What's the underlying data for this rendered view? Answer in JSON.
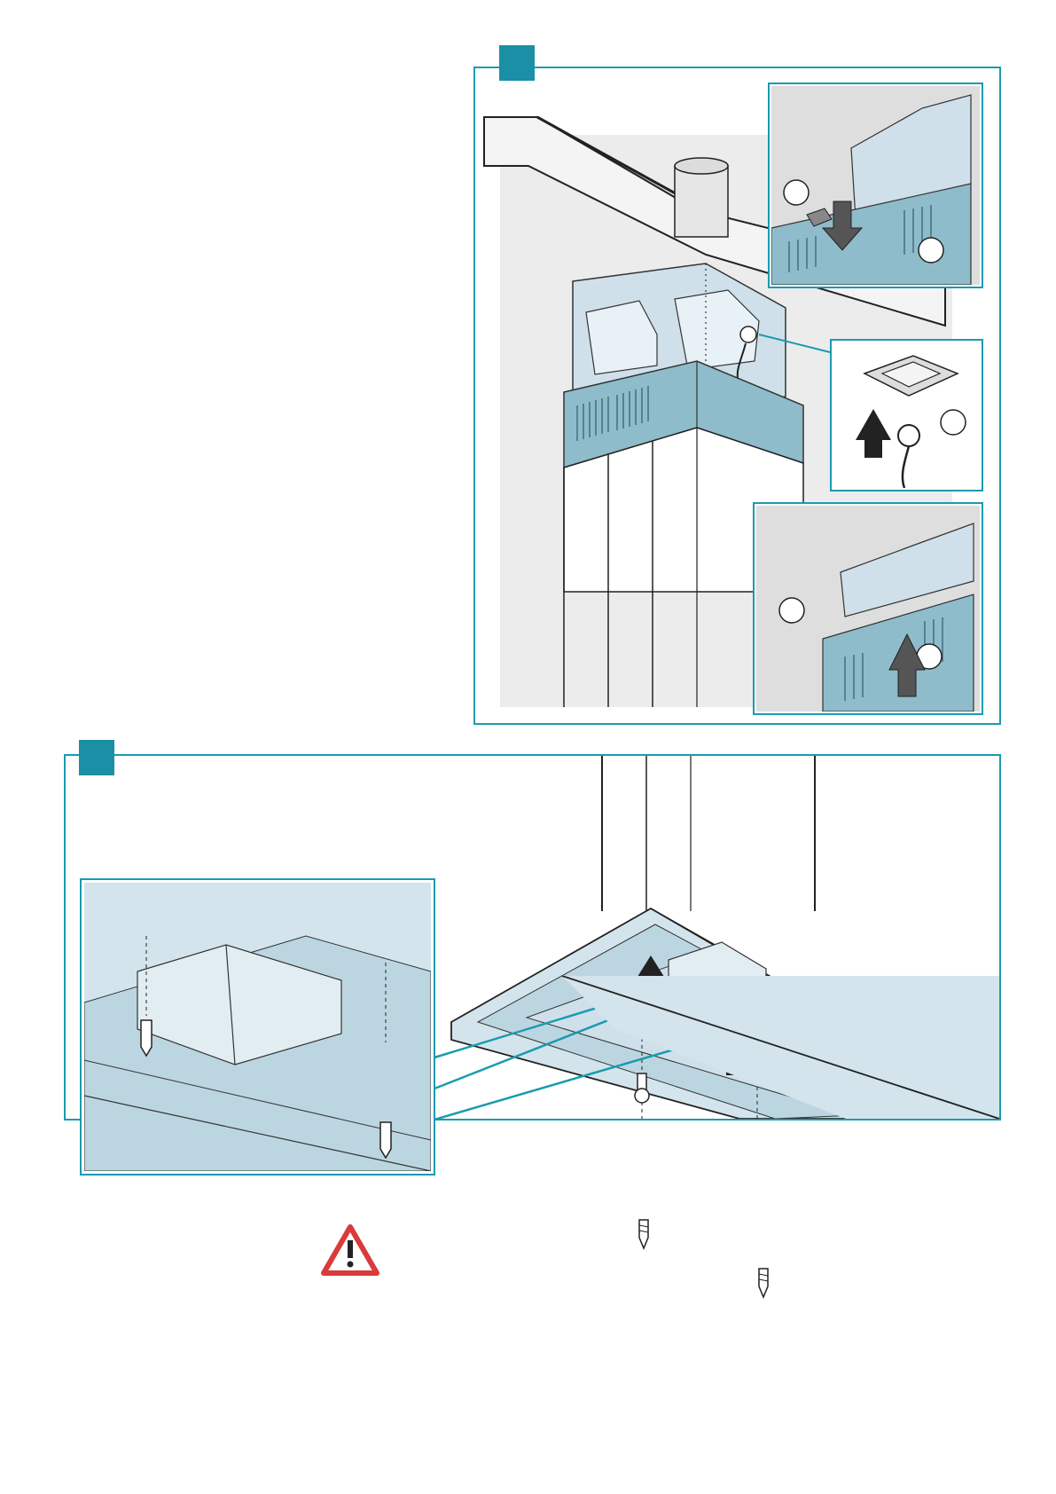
{
  "colors": {
    "frame": "#1a9bb0",
    "step_marker": "#1a8fa5",
    "steel_blue": "#8fbccb",
    "steel_light": "#cfe0ea",
    "wall": "#ececec",
    "inset_bg": "#dedede",
    "warning_red": "#d93a3a"
  },
  "figures": [
    {
      "step_label": "",
      "icons": [
        "chimney-bracket",
        "power-plug",
        "screw-icon",
        "arrow-up-icon",
        "arrow-down-icon"
      ]
    },
    {
      "step_label": "",
      "icons": [
        "hood-underside",
        "screw-icon",
        "arrow-up-icon",
        "warning-triangle-icon"
      ]
    }
  ]
}
